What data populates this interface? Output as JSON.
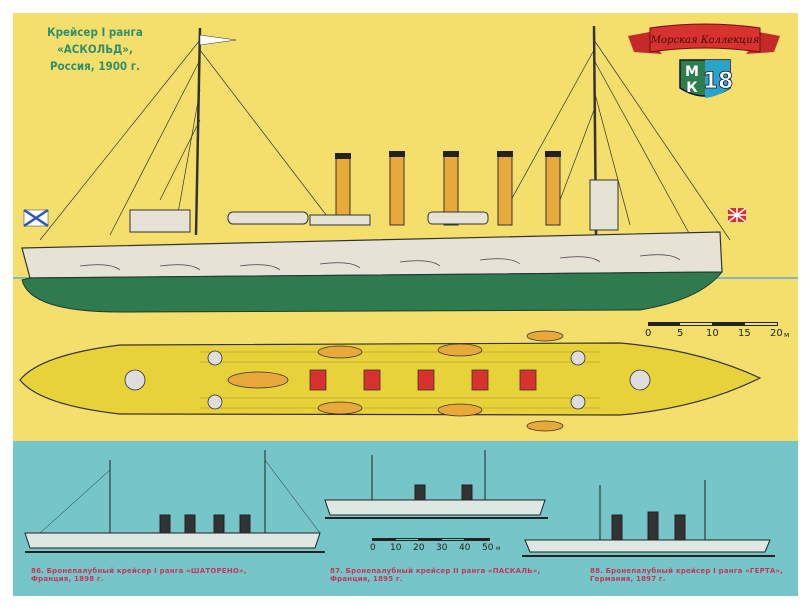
{
  "title": {
    "line1": "Крейсер I ранга",
    "line2": "«АСКОЛЬД»,",
    "line3": "Россия, 1900 г."
  },
  "emblem": {
    "ribbon_text": "Морская Коллекция",
    "letters": "МК",
    "number": "18",
    "colors": {
      "ribbon": "#d8322e",
      "shield_left": "#2e7d4f",
      "shield_right": "#2aa3c9"
    }
  },
  "scale_main": {
    "labels": [
      "0",
      "5",
      "10",
      "15",
      "20"
    ],
    "unit": "м"
  },
  "scale_small": {
    "labels": [
      "0",
      "10",
      "20",
      "30",
      "40",
      "50"
    ],
    "unit": "м"
  },
  "captions": [
    {
      "line1": "86. Бронепалубный крейсер I ранга «ШАТОРЕНО»,",
      "line2": "Франция, 1898 г."
    },
    {
      "line1": "87. Бронепалубный крейсер II ранга «ПАСКАЛЬ»,",
      "line2": "Франция, 1895 г."
    },
    {
      "line1": "88. Бронепалубный крейсер I ранга «ГЕРТА»,",
      "line2": "Германия, 1897 г."
    }
  ],
  "colors": {
    "background_top": "#f4df6c",
    "background_bottom": "#76c6c9",
    "hull": "#e6e2d6",
    "underwater": "#2f7a4e",
    "funnel": "#e9a93a",
    "deck": "#e8d23a"
  }
}
